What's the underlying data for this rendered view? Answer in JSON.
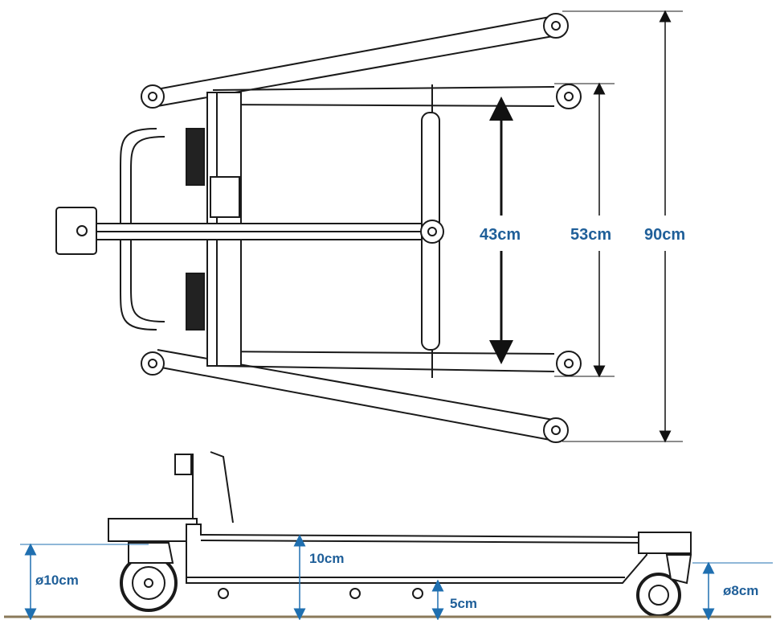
{
  "colors": {
    "dimension_text": "#1f5f99",
    "dimension_line": "#1f6fb0",
    "inner_arrow": "#111111",
    "drawing_line": "#1a1a1a",
    "ground": "#8a7a5a"
  },
  "top_view": {
    "dimensions": [
      {
        "id": "inner",
        "label": "43cm"
      },
      {
        "id": "middle",
        "label": "53cm"
      },
      {
        "id": "outer",
        "label": "90cm"
      }
    ]
  },
  "side_view": {
    "dimensions": [
      {
        "id": "rear-wheel",
        "label": "ø10cm"
      },
      {
        "id": "base-height",
        "label": "10cm"
      },
      {
        "id": "clearance",
        "label": "5cm"
      },
      {
        "id": "front-wheel",
        "label": "ø8cm"
      }
    ]
  }
}
